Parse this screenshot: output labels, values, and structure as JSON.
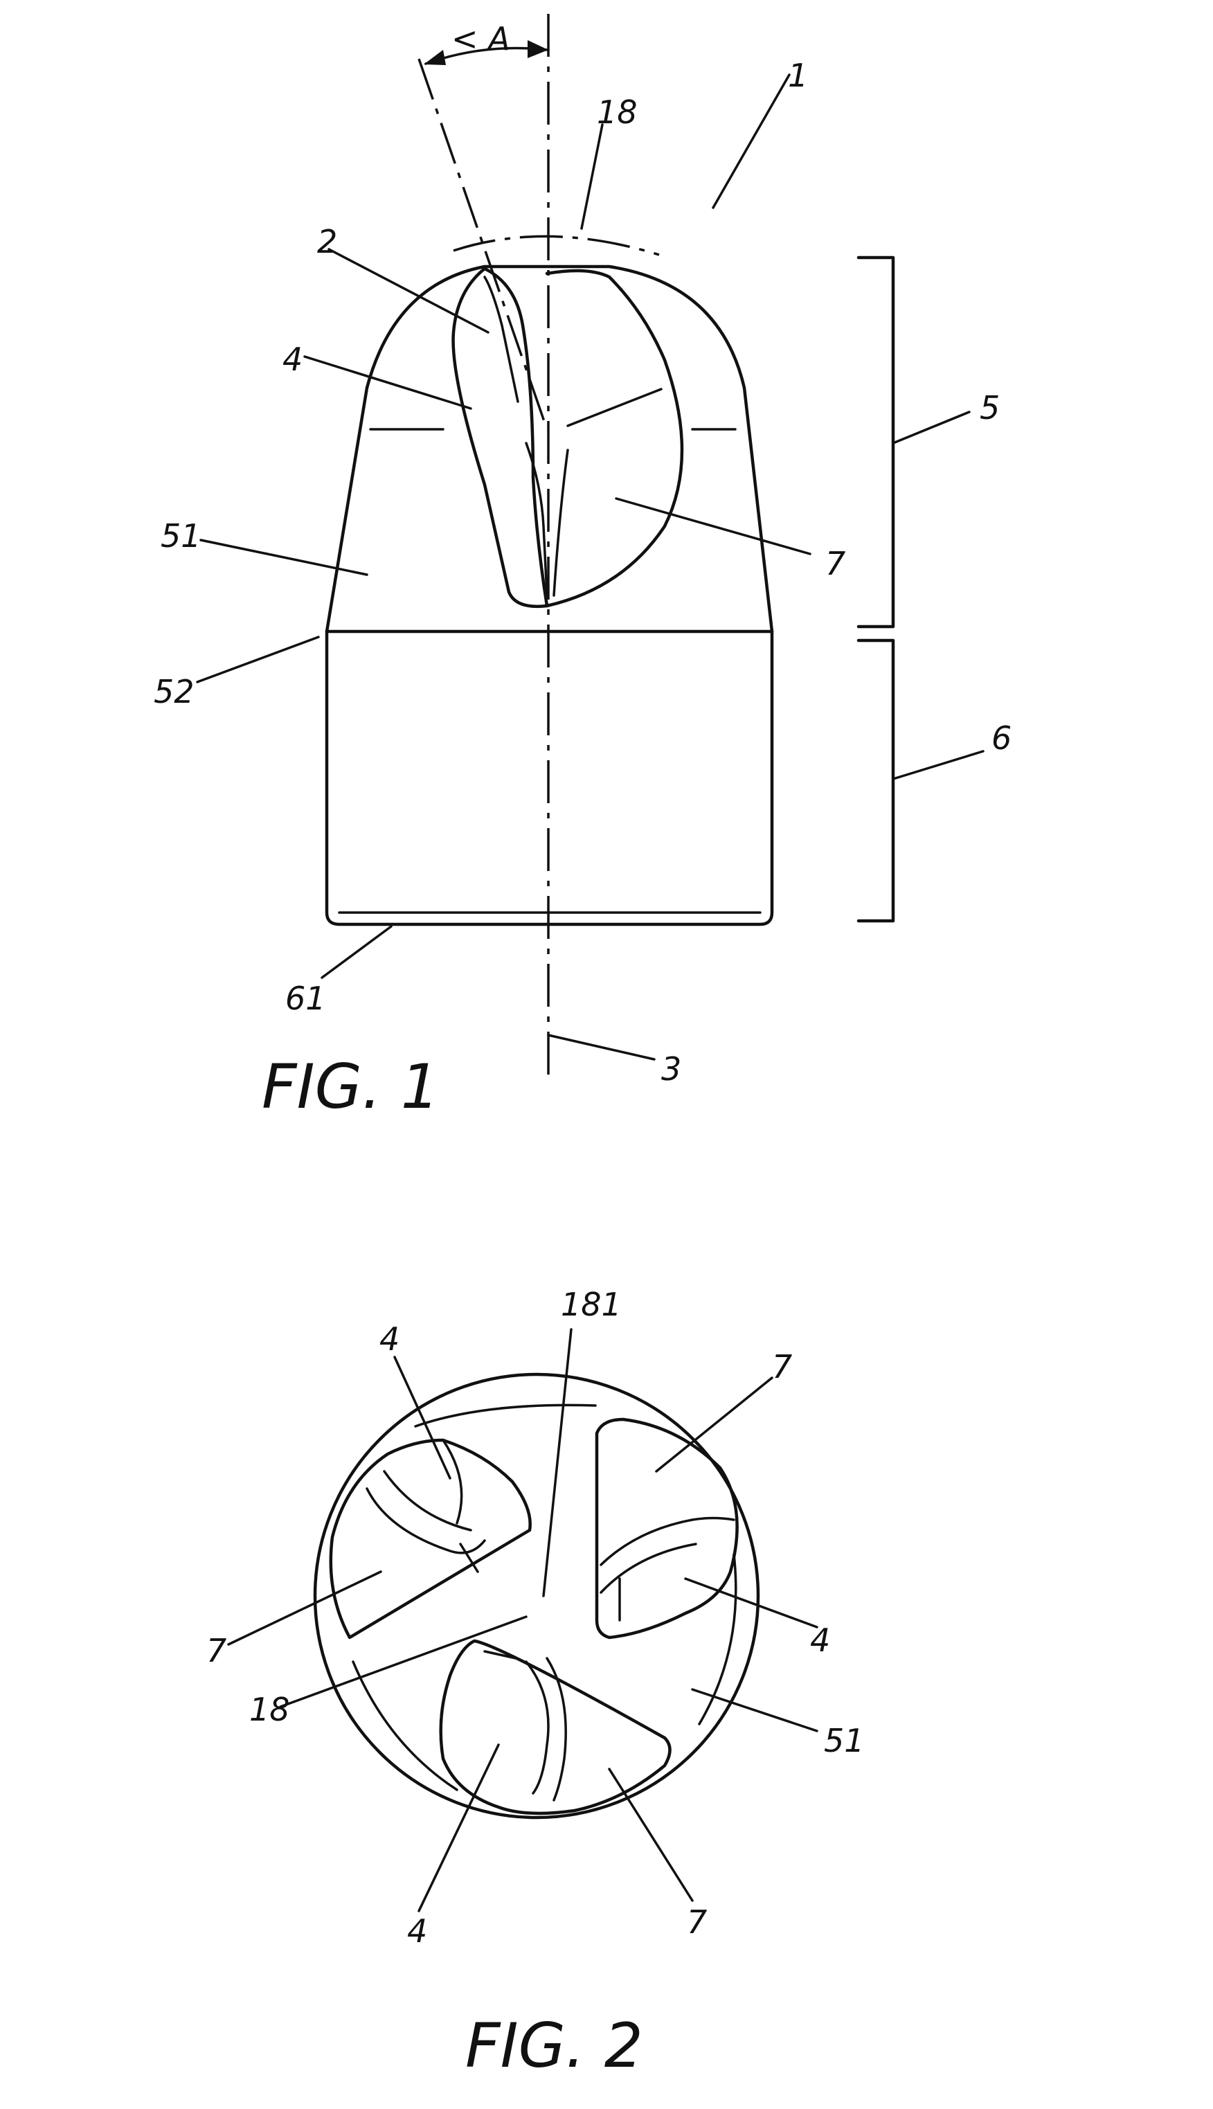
{
  "figure1": {
    "caption": "FIG. 1",
    "labels": {
      "angle": "< A",
      "l1": "1",
      "l2": "2",
      "l3": "3",
      "l4": "4",
      "l5": "5",
      "l6": "6",
      "l7": "7",
      "l18": "18",
      "l51": "51",
      "l52": "52",
      "l61": "61"
    }
  },
  "figure2": {
    "caption": "FIG. 2",
    "labels": {
      "l181": "181",
      "l4_top": "4",
      "l7_top": "7",
      "l7_left": "7",
      "l4_right": "4",
      "l18": "18",
      "l51": "51",
      "l4_bottom": "4",
      "l7_bottom": "7"
    }
  }
}
